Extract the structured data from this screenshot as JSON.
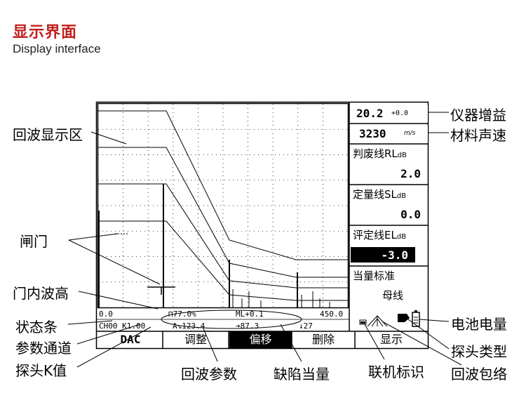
{
  "header": {
    "title_cn": "显示界面",
    "title_en": "Display interface"
  },
  "panel": {
    "gain": "20.2",
    "gain_step": "+0.0",
    "velocity": "3230",
    "velocity_unit": "m/s",
    "rl_label": "判废线RL",
    "rl_unit": "dB",
    "rl_value": "2.0",
    "sl_label": "定量线SL",
    "sl_unit": "dB",
    "sl_value": "0.0",
    "el_label": "评定线EL",
    "el_unit": "dB",
    "el_value": "-3.0",
    "std_label": "当量标准",
    "std_value": "母线"
  },
  "status": {
    "start": "0.0",
    "gate_height": "⊓77.0%",
    "ml": "ML+0.1",
    "range": "450.0",
    "channel": "CH00 K1.00",
    "a": "A↘123.4",
    "b": "➔87.3",
    "c": "↓27"
  },
  "menu": [
    "DAC",
    "调整",
    "偏移",
    "删除",
    "显示"
  ],
  "callouts": {
    "gain": "仪器增益",
    "velocity": "材料声速",
    "echo_area": "回波显示区",
    "gate": "闸门",
    "gate_height": "门内波高",
    "status_bar": "状态条",
    "channel": "参数通道",
    "k_value": "探头K值",
    "echo_params": "回波参数",
    "defect": "缺陷当量",
    "online": "联机标识",
    "envelope": "回波包络",
    "battery": "电池电量",
    "probe_type": "探头类型"
  },
  "colors": {
    "title": "#c0201d",
    "selected_menu": "#000000"
  }
}
